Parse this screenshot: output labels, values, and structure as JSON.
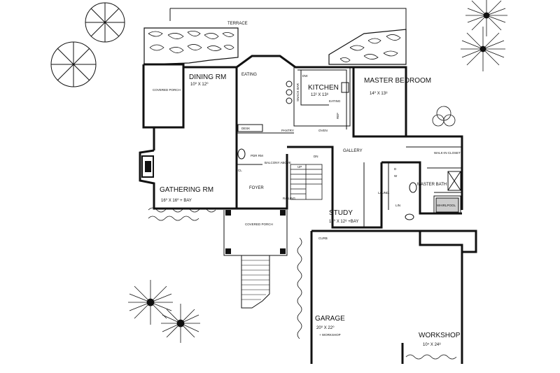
{
  "rooms": {
    "terrace": "TERRACE",
    "dining": {
      "name": "DINING RM",
      "dim": "10⁰ X 12⁰"
    },
    "covered_porch_left": "COVERED PORCH",
    "eating": "EATING",
    "kitchen": {
      "name": "KITCHEN",
      "dim": "12² X 13⁸"
    },
    "eating_small": "EATING",
    "master_bedroom": {
      "name": "MASTER BEDROOM",
      "dim": "14⁰ X 13⁸"
    },
    "gallery": "GALLERY",
    "walk_in_closet": "WALK-IN CLOSET",
    "master_bath": "MASTER BATH",
    "whirlpool": "WHIRLPOOL",
    "gathering": {
      "name": "GATHERING RM",
      "dim": "16⁰ X 16⁰ + BAY"
    },
    "foyer": "FOYER",
    "pwdr_rm": "PDR RM",
    "balcony": "BALCONY ABOVE",
    "railing": "RAILING",
    "study": {
      "name": "STUDY",
      "dim": "10⁰ X 12⁸ +BAY"
    },
    "covered_porch_front": "COVERED PORCH",
    "laund": "LAUND.",
    "curb": "CURB",
    "garage": {
      "name": "GARAGE",
      "dim": "20⁰ X 22⁰",
      "note": "+ WORKSHOP"
    },
    "workshop": {
      "name": "WORKSHOP",
      "dim": "10⁴ X 24⁸"
    },
    "pantry": "PANTRY",
    "snack_bar": "SNACK BAR",
    "dw": "DW",
    "oven": "OVEN",
    "ref": "REF",
    "desk": "DESK",
    "cl": "CL",
    "dn": "DN",
    "up": "UP",
    "d": "D",
    "w": "W",
    "lin": "LIN"
  }
}
